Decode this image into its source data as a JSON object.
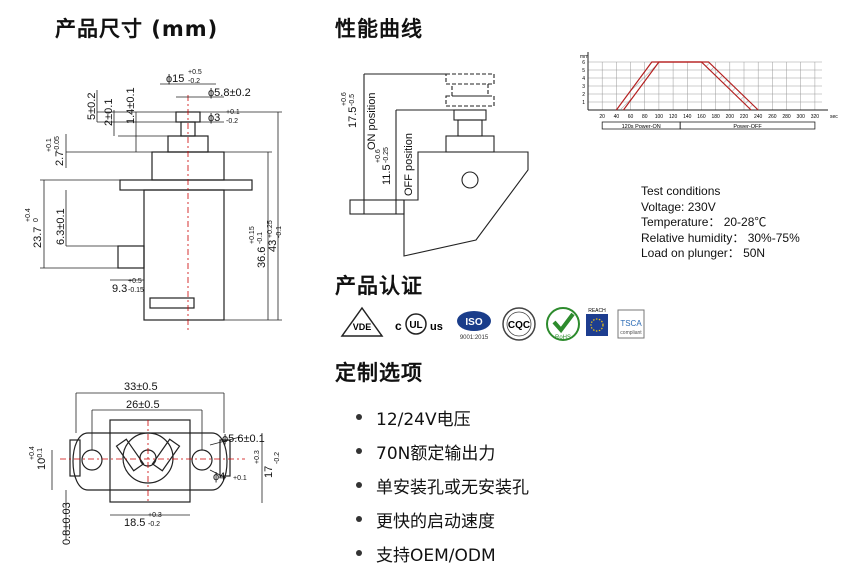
{
  "headings": {
    "dimensions": "产品尺寸 (mm)",
    "curve": "性能曲线",
    "certs": "产品认证",
    "custom": "定制选项"
  },
  "side_view": {
    "d_top": "ϕ15",
    "d_top_tol": [
      "+0.5",
      "-0.2"
    ],
    "d_cap": "ϕ5.8±0.2",
    "d_rod": "ϕ3",
    "d_rod_tol": [
      "+0.1",
      "-0.2"
    ],
    "h5": "5±0.2",
    "h2": "2±0.1",
    "h14": "1.4±0.1",
    "h27": "2.7",
    "h27_tol": [
      "+0.1",
      "-0.05"
    ],
    "h237": "23.7",
    "h237_tol": [
      "+0.4",
      "0"
    ],
    "h63": "6.3±0.1",
    "h93": "9.3",
    "h93_tol": [
      "+0.5",
      "-0.15"
    ],
    "h366": "36.6",
    "h366_tol": [
      "+0.15",
      "-0.1"
    ],
    "h43": "43",
    "h43_tol": [
      "+0.25",
      "-0.1"
    ]
  },
  "bottom_view": {
    "w33": "33±0.5",
    "w26": "26±0.5",
    "d56": "ϕ5.6±0.1",
    "d4": "ϕ4",
    "d4_tol": "+0.1",
    "h10": "10",
    "h10_tol": [
      "+0.4",
      "-0.1"
    ],
    "h17": "17",
    "h17_tol": [
      "+0.3",
      "-0.2"
    ],
    "w185": "18.5",
    "w185_tol": [
      "+0.3",
      "-0.2"
    ],
    "t08": "0.8±0.03"
  },
  "curve": {
    "on_label": "17.5",
    "on_tol": [
      "+0.6",
      "-0.5"
    ],
    "on_text": "ON position",
    "off_label": "11.5",
    "off_tol": [
      "+0.6",
      "-0.25"
    ],
    "off_text": "OFF position"
  },
  "chart_data": {
    "type": "line",
    "xlabel": "sec",
    "ylabel": "mm",
    "x_ticks": [
      20,
      40,
      60,
      80,
      100,
      120,
      140,
      160,
      180,
      200,
      220,
      240,
      260,
      280,
      300,
      320
    ],
    "y_ticks": [
      1,
      2,
      3,
      4,
      5,
      6
    ],
    "xlim": [
      0,
      330
    ],
    "ylim": [
      0,
      6
    ],
    "phases": [
      "120s Power-ON",
      "Power-OFF"
    ],
    "series": [
      {
        "x": [
          40,
          90,
          120,
          170,
          240
        ],
        "y": [
          0,
          6,
          6,
          6,
          0
        ]
      },
      {
        "x": [
          50,
          100,
          120,
          160,
          230
        ],
        "y": [
          0,
          6,
          6,
          6,
          0
        ]
      }
    ]
  },
  "test_conditions": {
    "title": "Test conditions",
    "voltage": "Voltage: 230V",
    "temperature": "Temperature： 20-28℃",
    "humidity": "Relative humidity： 30%-75%",
    "load": "Load on plunger： 50N"
  },
  "certifications": {
    "vde": "VDE",
    "ul_c": "c",
    "ul_us": "us",
    "iso": "ISO",
    "iso_sub": "9001:2015",
    "cqc": "CQC",
    "rohs": "RoHS",
    "reach": "REACH",
    "tsca": "TSCA",
    "tsca_sub": "compliant"
  },
  "options": [
    "12/24V电压",
    "70N额定输出力",
    "单安装孔或无安装孔",
    "更快的启动速度",
    "支持OEM/ODM"
  ]
}
